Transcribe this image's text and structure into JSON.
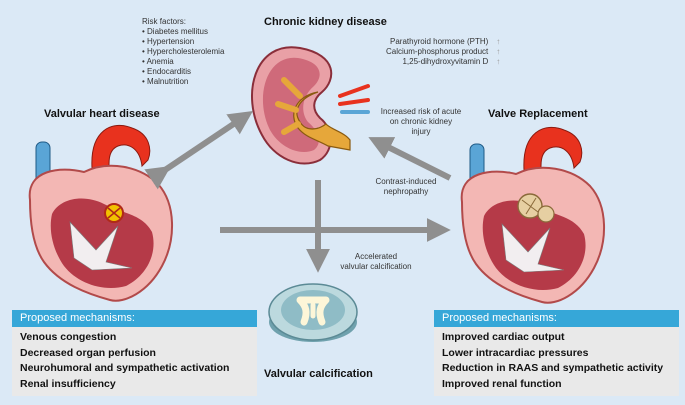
{
  "titles": {
    "ckd": "Chronic kidney disease",
    "vhd": "Valvular heart disease",
    "valve_replacement": "Valve Replacement",
    "valvular_calcification": "Valvular calcification"
  },
  "risk_factors": {
    "heading": "Risk factors:",
    "items": [
      "Diabetes mellitus",
      "Hypertension",
      "Hypercholesterolemia",
      "Anemia",
      "Endocarditis",
      "Malnutrition"
    ]
  },
  "markers": {
    "items": [
      "Parathyroid hormone (PTH)",
      "Calcium-phosphorus product",
      "1,25-dihydroxyvitamin D"
    ],
    "arrow_glyph": "↑"
  },
  "annotations": {
    "acute_injury": [
      "Increased risk of acute",
      "on chronic kidney",
      "injury"
    ],
    "contrast": [
      "Contrast-induced",
      "nephropathy"
    ],
    "accelerated": [
      "Accelerated",
      "valvular calcification"
    ]
  },
  "left_box": {
    "heading": "Proposed mechanisms:",
    "items": [
      "Venous congestion",
      "Decreased organ perfusion",
      "Neurohumoral and sympathetic activation",
      "Renal insufficiency"
    ]
  },
  "right_box": {
    "heading": "Proposed mechanisms:",
    "items": [
      "Improved cardiac output",
      "Lower intracardiac pressures",
      "Reduction in RAAS and sympathetic activity",
      "Improved renal function"
    ]
  },
  "colors": {
    "background": "#dbe9f6",
    "box_header": "#36a7d8",
    "box_body": "#e9e9e9",
    "arrow": "#8f8f8f",
    "aorta_red": "#e8321e",
    "vessel_blue": "#5aa5d6",
    "heart_pink": "#f3b7b4",
    "kidney_orange": "#e8a630"
  }
}
